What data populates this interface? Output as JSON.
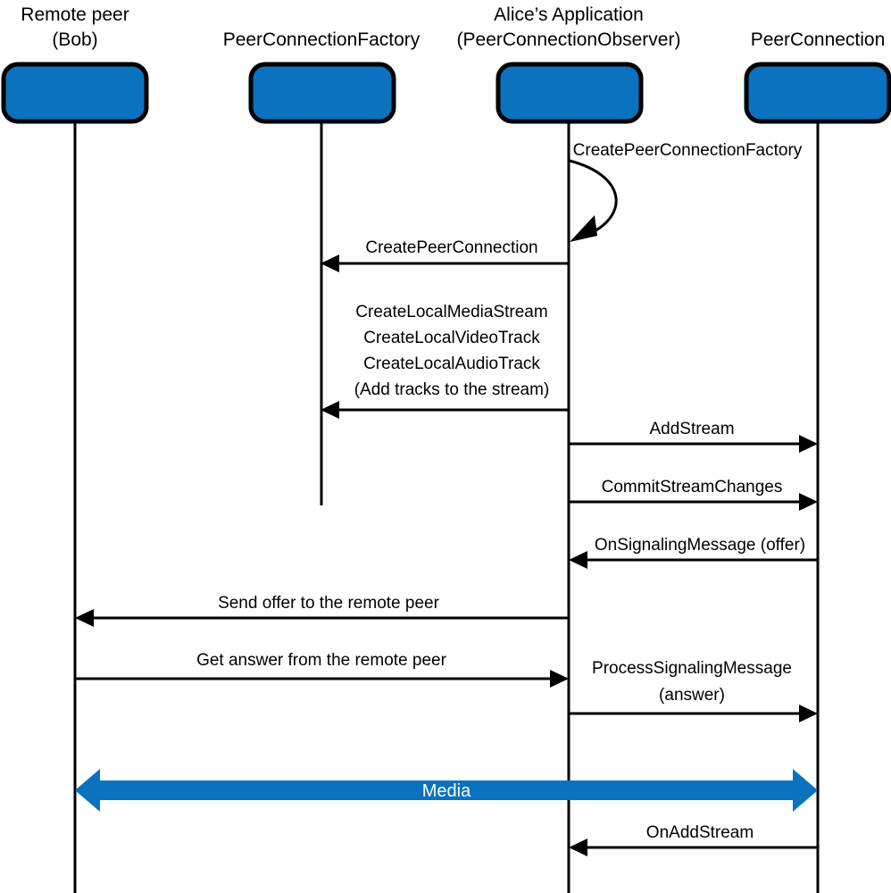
{
  "diagram": {
    "title": "WebRTC PeerConnection sequence diagram",
    "accent_color": "#0b72bf",
    "line_color": "#000000",
    "background_color": "#ffffff"
  },
  "actors": [
    {
      "id": "remote-peer",
      "line1": "Remote peer",
      "line2": "(Bob)"
    },
    {
      "id": "peerconnectionfactory",
      "line1": "PeerConnectionFactory",
      "line2": ""
    },
    {
      "id": "alices-application",
      "line1": "Alice’s Application",
      "line2": "(PeerConnectionObserver)"
    },
    {
      "id": "peerconnection",
      "line1": "PeerConnection",
      "line2": ""
    }
  ],
  "messages": [
    {
      "id": "create-peer-connection-factory",
      "label": "CreatePeerConnectionFactory",
      "kind": "self-loop",
      "from": "alices-application",
      "to": "alices-application"
    },
    {
      "id": "create-peer-connection",
      "label": "CreatePeerConnection",
      "kind": "arrow-left",
      "from": "alices-application",
      "to": "peerconnectionfactory"
    },
    {
      "id": "create-local-media",
      "label": "CreateLocalMediaStream",
      "label_lines": [
        "CreateLocalMediaStream",
        "CreateLocalVideoTrack",
        "CreateLocalAudioTrack",
        "(Add tracks to the stream)"
      ],
      "kind": "arrow-left",
      "from": "alices-application",
      "to": "peerconnectionfactory"
    },
    {
      "id": "add-stream",
      "label": "AddStream",
      "kind": "arrow-right",
      "from": "alices-application",
      "to": "peerconnection"
    },
    {
      "id": "commit-stream-changes",
      "label": "CommitStreamChanges",
      "kind": "arrow-right",
      "from": "alices-application",
      "to": "peerconnection"
    },
    {
      "id": "on-signaling-message-offer",
      "label": "OnSignalingMessage (offer)",
      "kind": "arrow-left",
      "from": "peerconnection",
      "to": "alices-application"
    },
    {
      "id": "send-offer-to-remote-peer",
      "label": "Send offer to the remote peer",
      "kind": "arrow-left",
      "from": "alices-application",
      "to": "remote-peer"
    },
    {
      "id": "get-answer-from-remote-peer",
      "label": "Get answer from the remote peer",
      "kind": "arrow-right",
      "from": "remote-peer",
      "to": "alices-application"
    },
    {
      "id": "process-signaling-message-answer",
      "label": "ProcessSignalingMessage",
      "label_lines": [
        "ProcessSignalingMessage",
        "(answer)"
      ],
      "kind": "arrow-right",
      "from": "alices-application",
      "to": "peerconnection"
    },
    {
      "id": "media",
      "label": "Media",
      "kind": "bidirectional-bar",
      "from": "remote-peer",
      "to": "peerconnection"
    },
    {
      "id": "on-add-stream",
      "label": "OnAddStream",
      "kind": "arrow-left",
      "from": "peerconnection",
      "to": "alices-application"
    }
  ],
  "labels": {
    "create_peer_connection_factory": "CreatePeerConnectionFactory",
    "create_peer_connection": "CreatePeerConnection",
    "create_local_media_stream": "CreateLocalMediaStream",
    "create_local_video_track": "CreateLocalVideoTrack",
    "create_local_audio_track": "CreateLocalAudioTrack",
    "add_tracks_to_the_stream": "(Add tracks to the stream)",
    "add_stream": "AddStream",
    "commit_stream_changes": "CommitStreamChanges",
    "on_signaling_message_offer": "OnSignalingMessage (offer)",
    "send_offer_to_the_remote_peer": "Send offer to the remote peer",
    "get_answer_from_the_remote_peer": "Get answer from the remote peer",
    "process_signaling_message": "ProcessSignalingMessage",
    "answer": "(answer)",
    "media": "Media",
    "on_add_stream": "OnAddStream"
  }
}
